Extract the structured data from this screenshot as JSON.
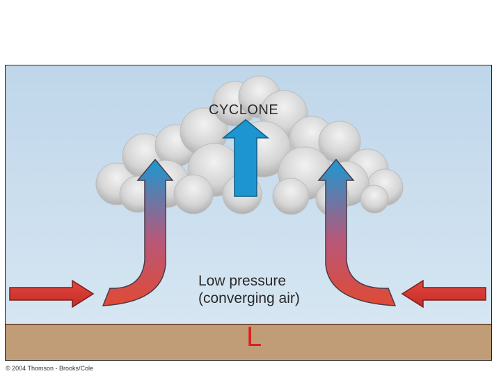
{
  "labels": {
    "cyclone": "CYCLONE",
    "low_pressure_line1": "Low pressure",
    "low_pressure_line2": "(converging air)",
    "pressure_symbol": "L"
  },
  "credit": "© 2004 Thomson - Brooks/Cole",
  "colors": {
    "sky": "#cfe1ef",
    "ground": "#c09c77",
    "ground_line": "#7a5638",
    "cloud": "#dcdcdc",
    "cloud_shadow": "#a9a9a9",
    "arrow_red": "#d83a32",
    "arrow_blue": "#1d95d0",
    "symbol_red": "#d9241b"
  },
  "icons": [
    "cloud-icon",
    "rising-air-arrow-icon",
    "converging-air-arrow-icon"
  ]
}
